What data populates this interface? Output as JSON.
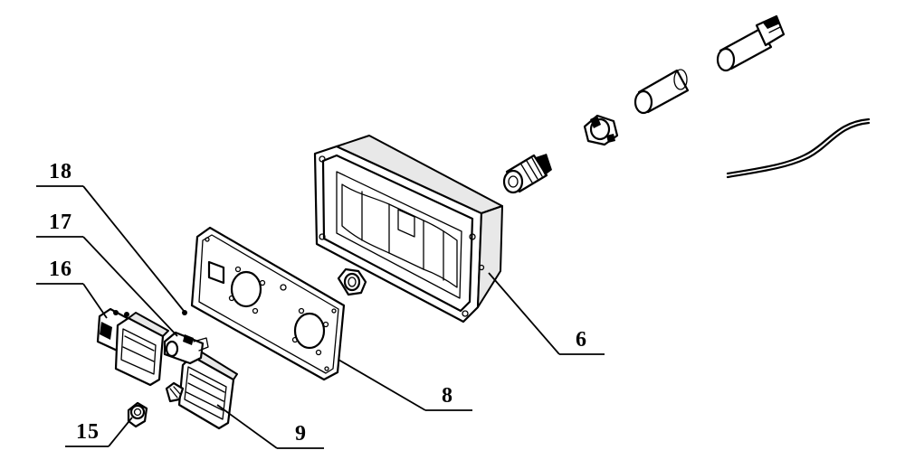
{
  "callouts": {
    "c18": "18",
    "c17": "17",
    "c16": "16",
    "c15": "15",
    "c6": "6",
    "c8": "8",
    "c9": "9"
  }
}
